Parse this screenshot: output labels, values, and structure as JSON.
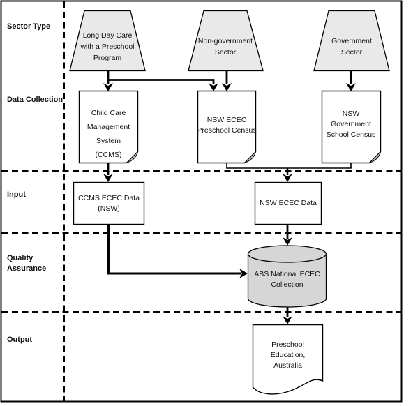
{
  "colors": {
    "shape_gray": "#e9e9e9",
    "cylinder_gray": "#d6d6d6",
    "fold_gray": "#c6c6c6",
    "doc_white": "#ffffff",
    "line_black": "#000000"
  },
  "rows": {
    "sector_type": "Sector Type",
    "data_collection": "Data Collection",
    "input": "Input",
    "quality_assurance": "Quality\nAssurance",
    "output": "Output"
  },
  "nodes": {
    "long_day_care": "Long Day Care\nwith a Preschool\nProgram",
    "non_government": "Non-government\nSector",
    "government": "Government\nSector",
    "ccms": "Child Care\nManagement\nSystem\n(CCMS)",
    "nsw_preschool_census": "NSW ECEC\nPreschool Census",
    "nsw_school_census": "NSW\nGovernment\nSchool Census",
    "ccms_data": "CCMS ECEC Data\n(NSW)",
    "nsw_ecec_data": "NSW ECEC Data",
    "abs_collection": "ABS National ECEC\nCollection",
    "output_doc": "Preschool\nEducation,\nAustralia"
  }
}
